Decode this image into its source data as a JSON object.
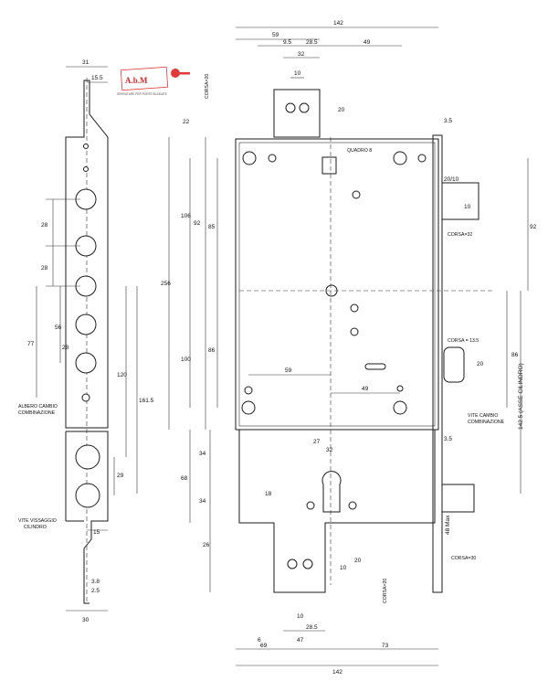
{
  "logo": {
    "brand": "A.b.M",
    "tagline": "SERRATURE PER PORTE BLINDATE"
  },
  "left_view": {
    "dims": {
      "width_top": "31",
      "offset_top": "15.5",
      "pitch1": "28",
      "pitch2": "28",
      "d56": "56",
      "d77": "77",
      "d28": "28",
      "d120": "120",
      "d161": "161.5",
      "d29": "29",
      "d15": "15",
      "d3_8": "3.8",
      "d2_5": "2.5",
      "width_bottom": "30"
    },
    "labels": {
      "albero": "ALBERO CAMBIO",
      "albero2": "COMBINAZIONE",
      "vite": "VITE VISSAGGIO",
      "vite2": "CILINDRO"
    }
  },
  "main_view": {
    "dims": {
      "total_width_top": "142",
      "d59": "59",
      "d9_5": "9.5",
      "d28_5": "28.5",
      "d49": "49",
      "d32": "32",
      "d10": "10",
      "d22": "22",
      "d20": "20",
      "d3_5": "3.5",
      "d106": "106",
      "d92": "92",
      "d85": "85",
      "d256": "256",
      "d100": "100",
      "d86": "86",
      "d59_b": "59",
      "d49_b": "49",
      "d20_10": "20/10",
      "d10_r": "10",
      "d92_r": "92",
      "d13_5": "13.5",
      "d20_r": "20",
      "d86_r": "86",
      "d142_5": "142.5 (ASSE CILINDRO)",
      "d3_5b": "3.5",
      "d27": "27",
      "d32_b": "32",
      "d34a": "34",
      "d34b": "34",
      "d68": "68",
      "d18": "18",
      "d26": "26",
      "d10_b": "10",
      "d20_b": "20",
      "d28_5b": "28.5",
      "d47": "47",
      "d69": "69",
      "d73": "73",
      "d6": "6",
      "total_width_bottom": "142",
      "d48": "48 Max"
    },
    "labels": {
      "corsa_top": "CORSA=20",
      "quadro": "QUADRO 8",
      "corsa32": "CORSA=32",
      "corsa13": "CORSA = 13.5",
      "vite_cambio": "VITE CAMBIO",
      "vite_cambio2": "COMBINAZIONE",
      "corsa30": "CORSA=30",
      "corsa_bottom": "CORSA=20"
    }
  }
}
